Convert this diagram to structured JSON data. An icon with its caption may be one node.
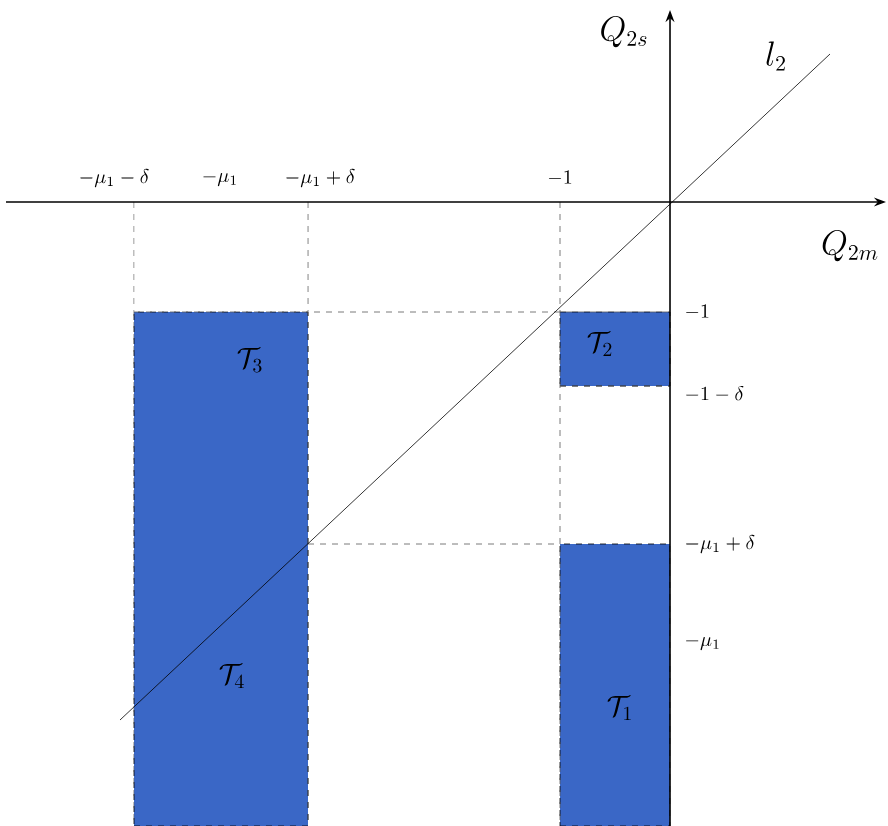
{
  "diagram": {
    "nodes": [
      {
        "text": [
          "\\mathcal{T}_3",
          "\\mathcal{T}_4"
        ]
      },
      {
        "text": [
          "\\mathcal{T}_2"
        ]
      },
      {
        "text": [
          "\\mathcal{T}_1"
        ]
      }
    ],
    "labels": [
      "Q_{2s}",
      "l_2",
      "-\\mu_1-\\delta",
      "-\\mu_1",
      "-\\mu_1+\\delta",
      "-1",
      "Q_{2m}",
      "-1",
      "-1-\\delta",
      "-\\mu_1+\\delta",
      "-\\mu_1"
    ]
  }
}
